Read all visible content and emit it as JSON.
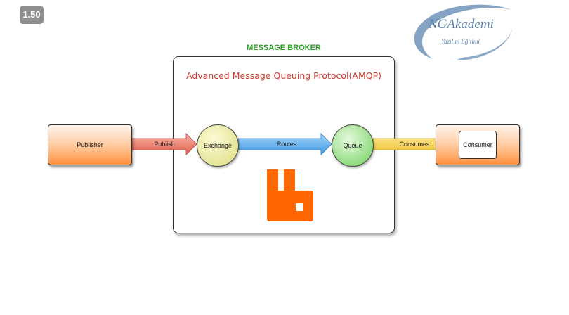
{
  "player": {
    "speed": "1.50"
  },
  "logo": {
    "title": "NGAkademi",
    "subtitle": "Yazılım Eğitimi"
  },
  "diagram": {
    "broker_title": "MESSAGE BROKER",
    "protocol": "Advanced Message Queuing Protocol(AMQP)",
    "nodes": {
      "publisher": "Publisher",
      "exchange": "Exchange",
      "queue": "Queue",
      "consumer": "Consumer"
    },
    "edges": {
      "publish": "Publish",
      "routes": "Routes",
      "consumes": "Consumes"
    },
    "colors": {
      "broker_title": "#2e9b2a",
      "protocol": "#cc3b2e",
      "publish_arrow": "#f08a7c",
      "routes_arrow": "#5bb0ef",
      "consumes_arrow": "#f7d24a",
      "rabbitmq_logo": "#ff6600"
    },
    "icon": "rabbitmq-logo-icon"
  }
}
